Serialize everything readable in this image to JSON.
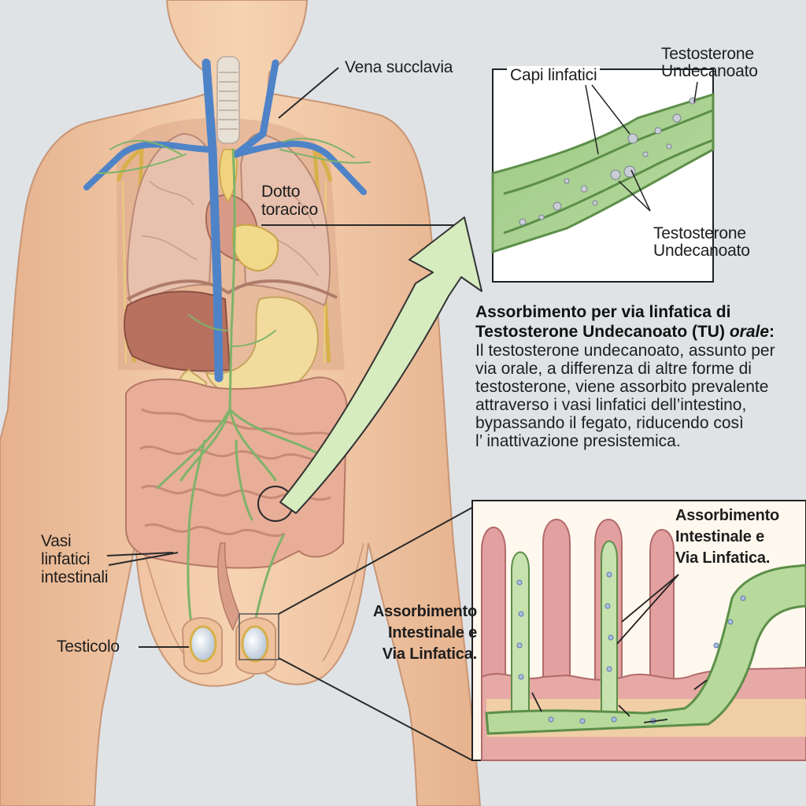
{
  "labels": {
    "vena_succlavia": "Vena succlavia",
    "dotto_toracico": [
      "Dotto",
      "toracico"
    ],
    "vasi_linfatici": [
      "Vasi",
      "linfatici",
      "intestinali"
    ],
    "testicolo": "Testicolo",
    "capi_linfatici": "Capi linfatici",
    "testosterone_top": [
      "Testosterone",
      "Undecanoato"
    ],
    "testosterone_mid": [
      "Testosterone",
      "Undecanoato"
    ],
    "assorbimento_left": [
      "Assorbimento",
      "Intestinale e",
      "Via Linfatica."
    ],
    "assorbimento_right": [
      "Assorbimento",
      "Intestinale e",
      "Via Linfatica."
    ]
  },
  "paragraph": {
    "title_line1": "Assorbimento per via linfatica di",
    "title_line2_prefix": "Testosterone Undecanoato (TU) ",
    "title_line2_italic": "orale",
    "title_line2_suffix": ":",
    "body_lines": [
      "Il testosterone undecanoato, assunto per",
      "via orale, a differenza di altre forme di",
      "testosterone, viene assorbito prevalente",
      "attraverso i vasi linfatici dell’intestino,",
      "bypassando il fegato, riducendo così",
      "l’ inattivazione presistemica."
    ]
  },
  "colors": {
    "background": "#dfe3e6",
    "skin": "#f2c9a5",
    "vein": "#4f83c7",
    "lymph": "#7fb36a",
    "lung": "#e9c3ae",
    "liver": "#b76d5e",
    "stomach": "#f0dc9c",
    "intestine": "#e7aa95",
    "arrow": "#d6ecbf"
  }
}
